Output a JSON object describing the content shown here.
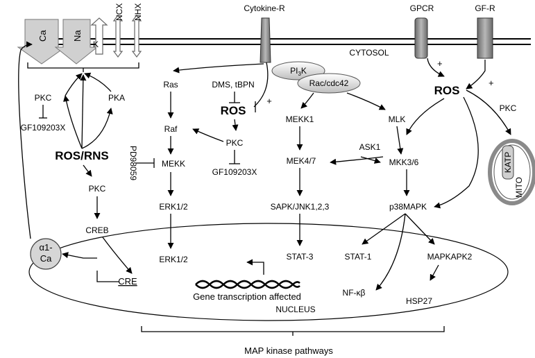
{
  "membrane": {
    "channels": [
      "Ca",
      "Na",
      "K",
      "NCX",
      "NHX"
    ],
    "cytosol_label": "CYTOSOL",
    "receptors": {
      "cytokine": "Cytokine-R",
      "gpcr": "GPCR",
      "gfr": "GF-R"
    }
  },
  "left_panel": {
    "pkc_top": "PKC",
    "pka": "PKA",
    "gf_inhibitor_left": "GF109203X",
    "ros_rns": "ROS/RNS",
    "pkc_mid": "PKC",
    "creb": "CREB",
    "alpha1_ca_line1": "α1-",
    "alpha1_ca_line2": "Ca",
    "cre": "CRE"
  },
  "middle_panel": {
    "ras": "Ras",
    "raf": "Raf",
    "mekk": "MEKK",
    "pd98059": "PD98059",
    "erk_cyto": "ERK1/2",
    "erk_nuc": "ERK1/2",
    "dms_tbpn": "DMS, tBPN",
    "ros_center": "ROS",
    "pkc_center": "PKC",
    "gf_inhibitor_center": "GF109203X",
    "plus_center": "+"
  },
  "right_panel": {
    "pi3k_prefix": "PI",
    "pi3k_sub": "3",
    "pi3k_suffix": "K",
    "rac": "Rac/cdc42",
    "mekk1": "MEKK1",
    "mek47": "MEK4/7",
    "sapk": "SAPK/JNK1,2,3",
    "stat3": "STAT-3",
    "mlk": "MLK",
    "ask1": "ASK1",
    "mkk36": "MKK3/6",
    "p38": "p38MAPK",
    "stat1": "STAT-1",
    "mapkapk2": "MAPKAPK2",
    "nfkb": "NF-κβ",
    "hsp27": "HSP27",
    "ros_right": "ROS",
    "pkc_right": "PKC",
    "plus_gpcr": "+",
    "plus_gfr": "+",
    "katp": "KATP",
    "mito": "MITO"
  },
  "nucleus": {
    "gene_transcription": "Gene transcription affected",
    "label": "NUCLEUS"
  },
  "footer": {
    "caption": "MAP kinase pathways"
  }
}
